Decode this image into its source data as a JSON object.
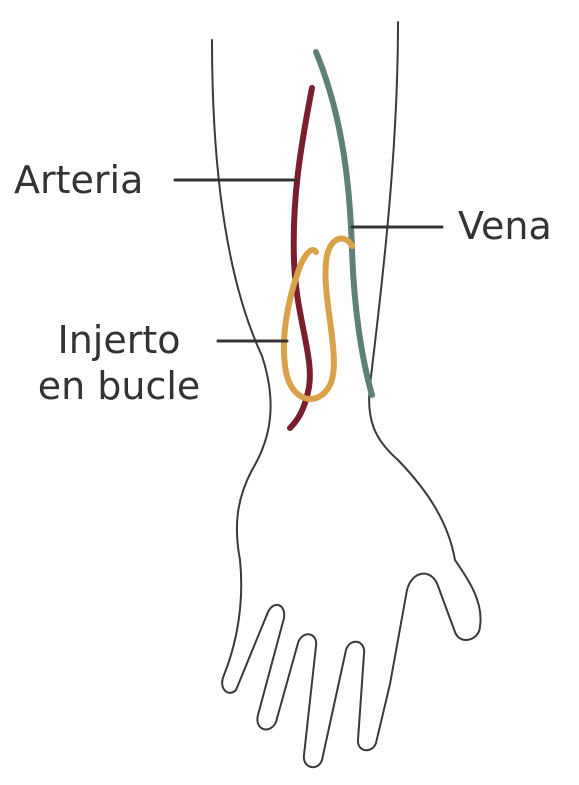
{
  "labels": {
    "artery": "Arteria",
    "vein": "Vena",
    "graft_line1": "Injerto",
    "graft_line2": "en bucle"
  },
  "colors": {
    "artery": "#7a1e2e",
    "vein": "#5f8077",
    "graft": "#d9a24a",
    "outline": "#3a3a3a",
    "leader": "#333333",
    "text": "#333333"
  }
}
